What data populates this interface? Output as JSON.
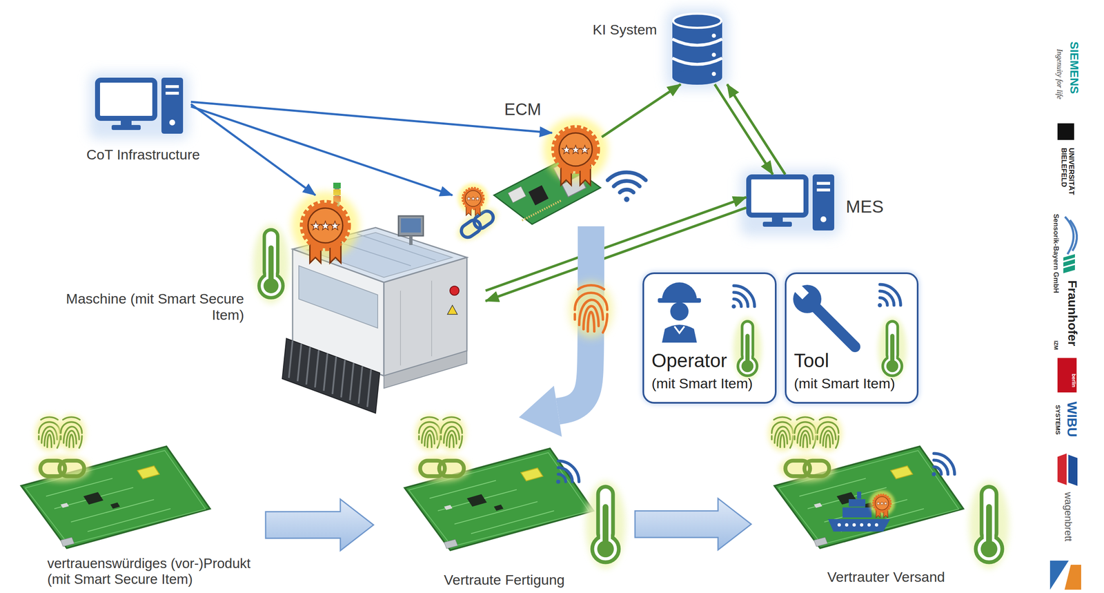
{
  "diagram": {
    "nodes": [
      {
        "text": [
          "KI System"
        ]
      },
      {
        "text": [
          "CoT Infrastructure"
        ]
      },
      {
        "text": [
          "ECM"
        ]
      },
      {
        "text": [
          "MES"
        ]
      },
      {
        "text": [
          "Maschine (mit Smart Secure Item)"
        ]
      },
      {
        "text": [
          "Operator",
          "(mit Smart Item)"
        ]
      },
      {
        "text": [
          "Tool",
          "(mit Smart Item)"
        ]
      },
      {
        "text": [
          "vertrauenswürdiges (vor-)Produkt (mit Smart Secure Item)"
        ]
      },
      {
        "text": [
          "Vertraute Fertigung"
        ]
      },
      {
        "text": [
          "Vertrauter Versand"
        ]
      }
    ],
    "edges": [
      {
        "from": 1,
        "to": 4,
        "arrow": "to"
      },
      {
        "from": 1,
        "to": 2,
        "arrow": "to"
      },
      {
        "from": 1,
        "to": 2,
        "arrow": "to"
      },
      {
        "from": 2,
        "to": 0,
        "arrow": "to"
      },
      {
        "from": 0,
        "to": 3,
        "arrow": "to"
      },
      {
        "from": 3,
        "to": 0,
        "arrow": "to"
      },
      {
        "from": 4,
        "to": 3,
        "arrow": "to"
      },
      {
        "from": 3,
        "to": 4,
        "arrow": "to"
      },
      {
        "from": 2,
        "to": 8,
        "arrow": "to"
      },
      {
        "from": 7,
        "to": 8,
        "arrow": "to"
      },
      {
        "from": 8,
        "to": 9,
        "arrow": "to"
      }
    ],
    "labels": [
      "SIEMENS",
      "Ingenuity for life",
      "UNIVERSITÄT BIELEFELD",
      "Sensorik-Bayern GmbH",
      "Fraunhofer",
      "IZM",
      "berlin",
      "WIBU",
      "SYSTEMS",
      "wagenbrett"
    ]
  }
}
